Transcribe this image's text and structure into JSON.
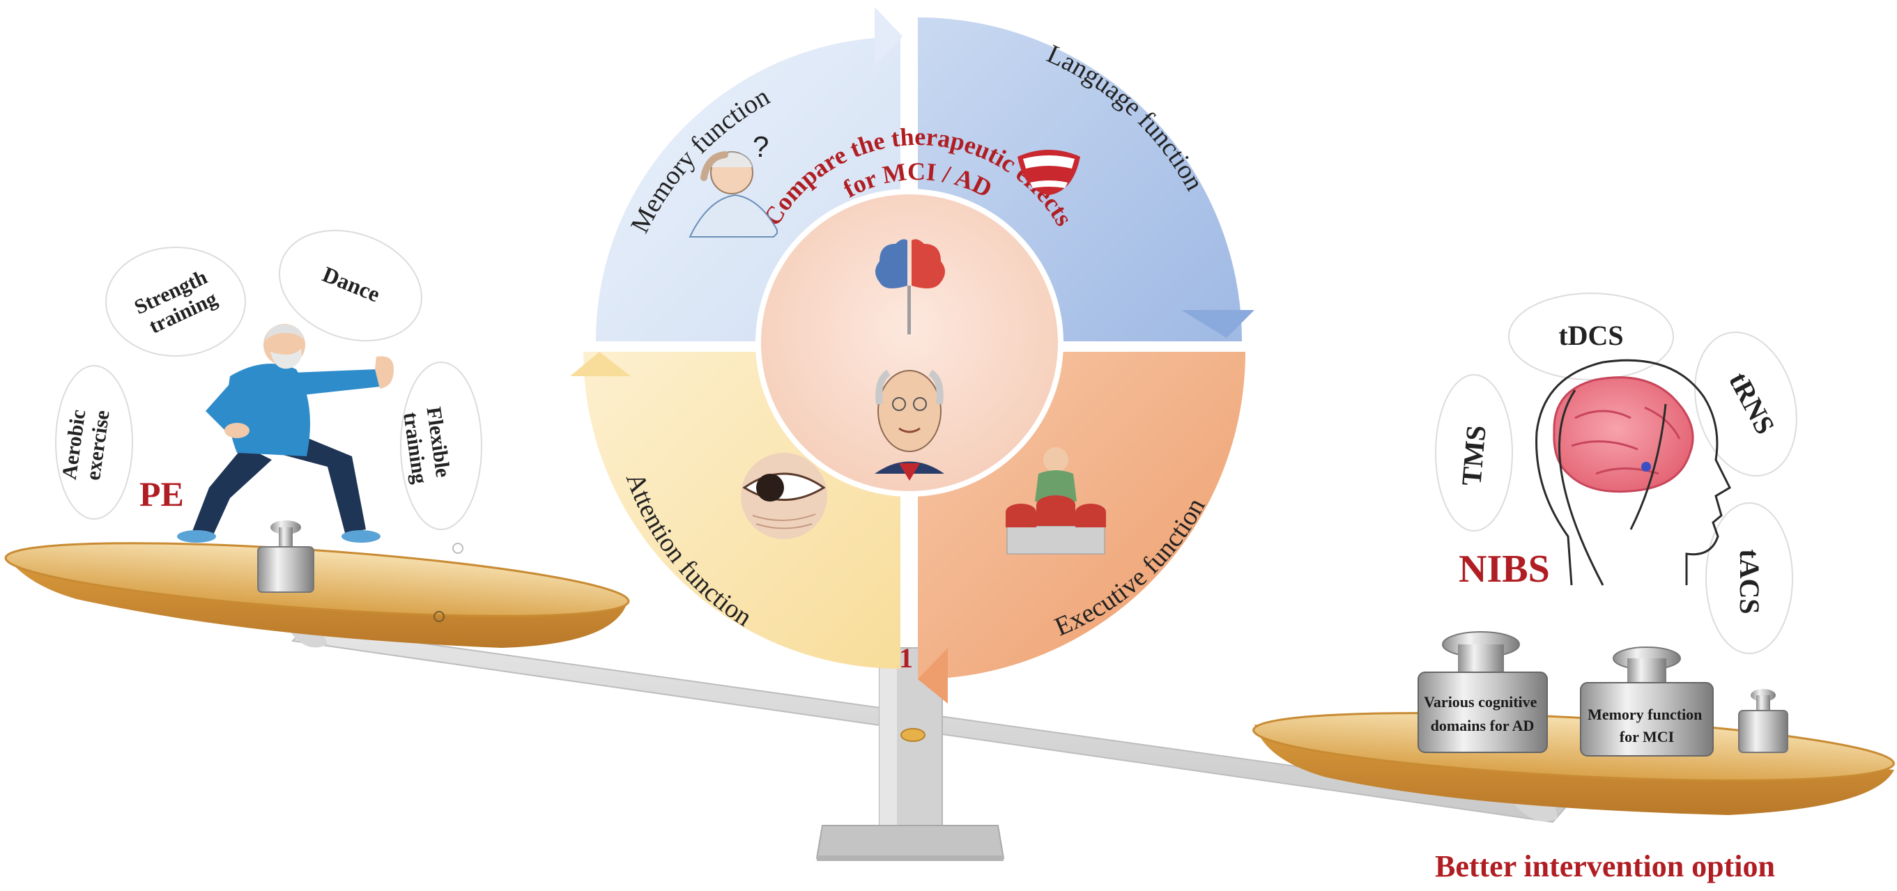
{
  "quadrants": {
    "memory": "Memory function",
    "language": "Language function",
    "executive": "Executive function",
    "attention": "Attention function"
  },
  "center": {
    "line1": "Compare the therapeutic effects",
    "line2": "for MCI / AD"
  },
  "pe": {
    "label": "PE",
    "aerobic_line1": "Aerobic",
    "aerobic_line2": "exercise",
    "strength_line1": "Strength",
    "strength_line2": "training",
    "dance": "Dance",
    "flexible_line1": "Flexible",
    "flexible_line2": "training"
  },
  "nibs": {
    "label": "NIBS",
    "tdcs": "tDCS",
    "trns": "tRNS",
    "tms": "TMS",
    "tacs": "tACS"
  },
  "weights": {
    "weight1_line1": "Various cognitive",
    "weight1_line2": "domains for AD",
    "weight2_line1": "Memory function",
    "weight2_line2": "for MCI"
  },
  "memory_icon_mark": "?",
  "pillar_mark": "1",
  "conclusion": "Better intervention option",
  "colors": {
    "accent_red": "#b01e23",
    "memory_blue": "#dde8f6",
    "language_blue": "#b9cdec",
    "executive_orange": "#f2b48c",
    "attention_yellow": "#fae6b0",
    "center_pink": "#f9d9cb",
    "pan_gold": "#d9a24a"
  }
}
